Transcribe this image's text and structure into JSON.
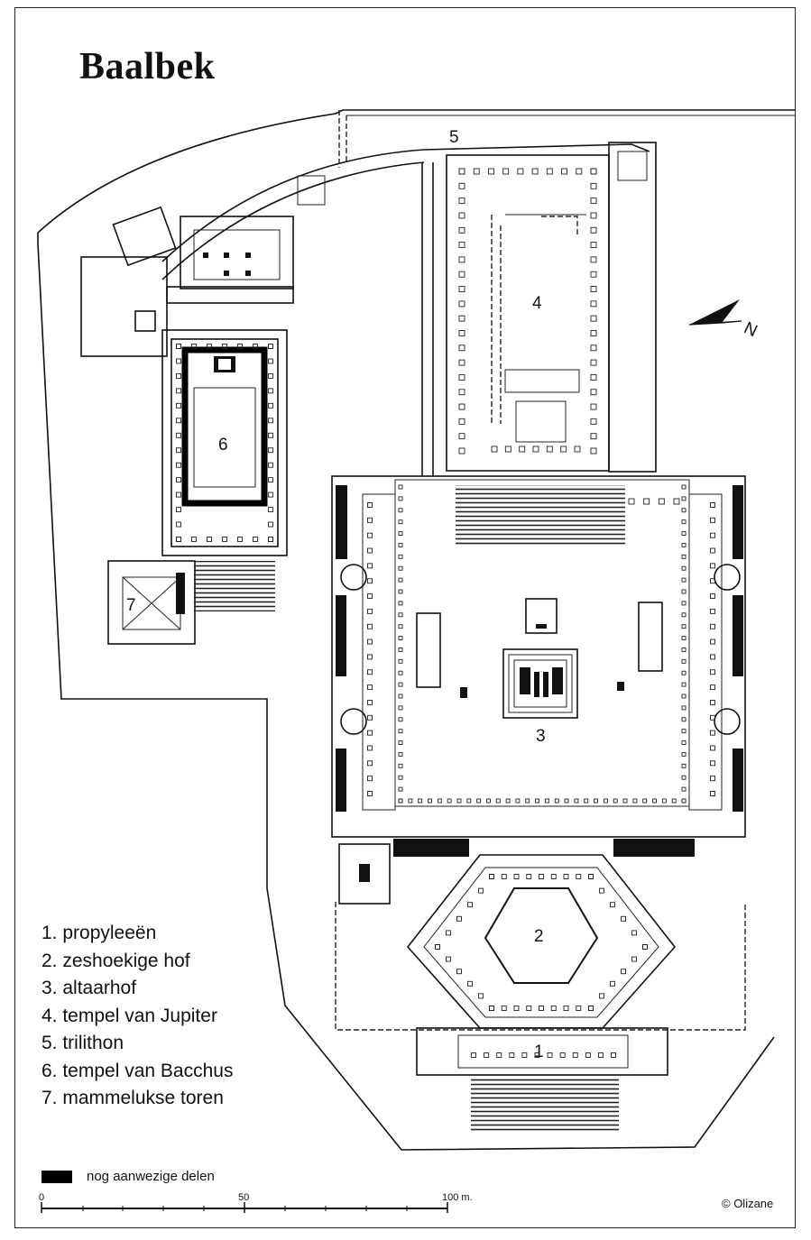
{
  "title": "Baalbek",
  "legend": {
    "items": [
      "1. propyleeën",
      "2. zeshoekige hof",
      "3. altaarhof",
      "4. tempel van Jupiter",
      "5. trilithon",
      "6. tempel van Bacchus",
      "7. mammelukse toren"
    ],
    "key_label": "nog aanwezige delen",
    "key_color": "#000000"
  },
  "scale": {
    "ticks": [
      "0",
      "50",
      "100 m."
    ]
  },
  "north": {
    "label": "N",
    "icon": "north-arrow-icon"
  },
  "plan_numbers": [
    "1",
    "2",
    "3",
    "4",
    "5",
    "6",
    "7"
  ],
  "copyright": "© Olizane"
}
